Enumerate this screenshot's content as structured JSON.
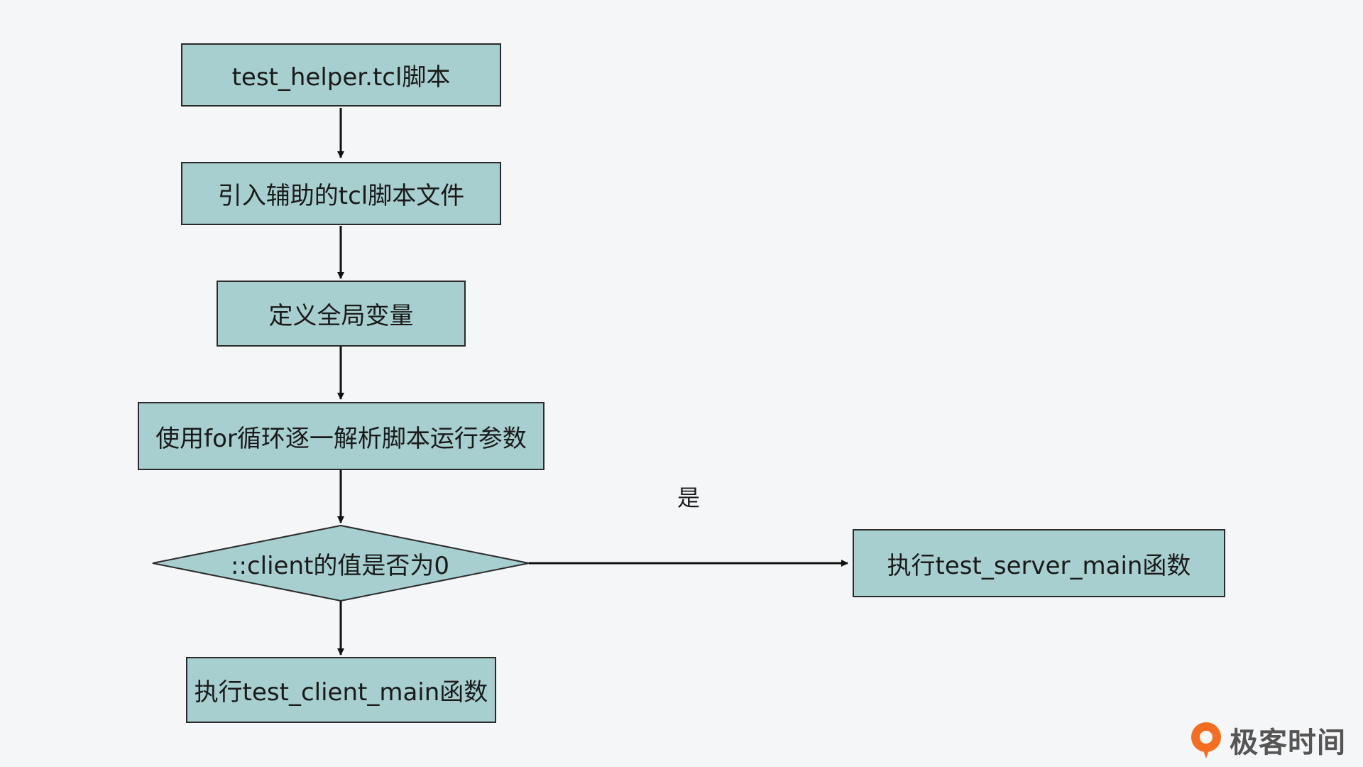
{
  "nodes": {
    "script": "test_helper.tcl脚本",
    "import_files": "引入辅助的tcl脚本文件",
    "define_globals": "定义全局变量",
    "parse_args": "使用for循环逐一解析脚本运行参数",
    "decision": "::client的值是否为0",
    "run_server": "执行test_server_main函数",
    "run_client": "执行test_client_main函数"
  },
  "edges": {
    "yes_label": "是"
  },
  "brand": {
    "name": "极客时间",
    "logo_icon": "geektime-logo-icon",
    "logo_color": "#f46e22"
  },
  "colors": {
    "node_fill": "#a8cfd0",
    "stroke": "#111111",
    "background": "#f4f6f8"
  }
}
